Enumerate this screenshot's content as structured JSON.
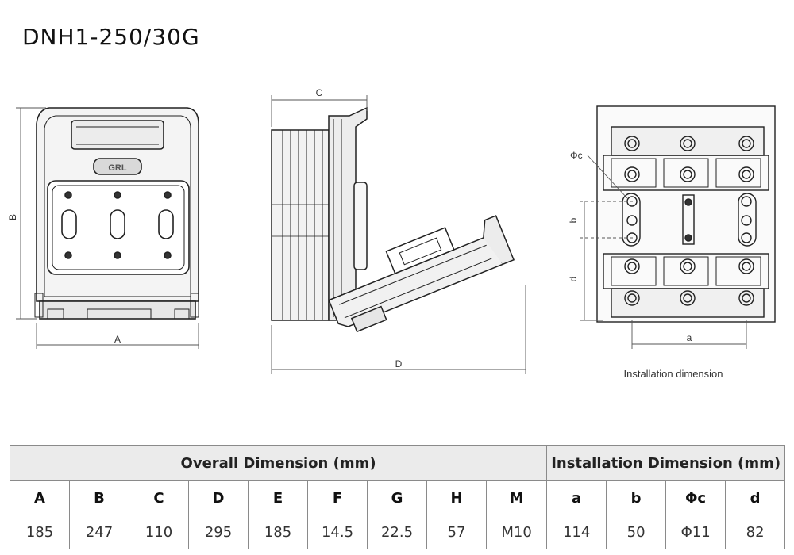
{
  "title": "DNH1-250/30G",
  "drawing": {
    "brand_logo": "GRL",
    "labels": {
      "A": "A",
      "B": "B",
      "C": "C",
      "D": "D",
      "a": "a",
      "b": "b",
      "phi_c": "Φc",
      "d": "d"
    },
    "caption": "Installation dimension"
  },
  "table": {
    "group_headers": [
      "Overall Dimension (mm)",
      "Installation Dimension (mm)"
    ],
    "columns": [
      "A",
      "B",
      "C",
      "D",
      "E",
      "F",
      "G",
      "H",
      "M",
      "a",
      "b",
      "Φc",
      "d"
    ],
    "values": [
      "185",
      "247",
      "110",
      "295",
      "185",
      "14.5",
      "22.5",
      "57",
      "M10",
      "114",
      "50",
      "Φ11",
      "82"
    ]
  }
}
